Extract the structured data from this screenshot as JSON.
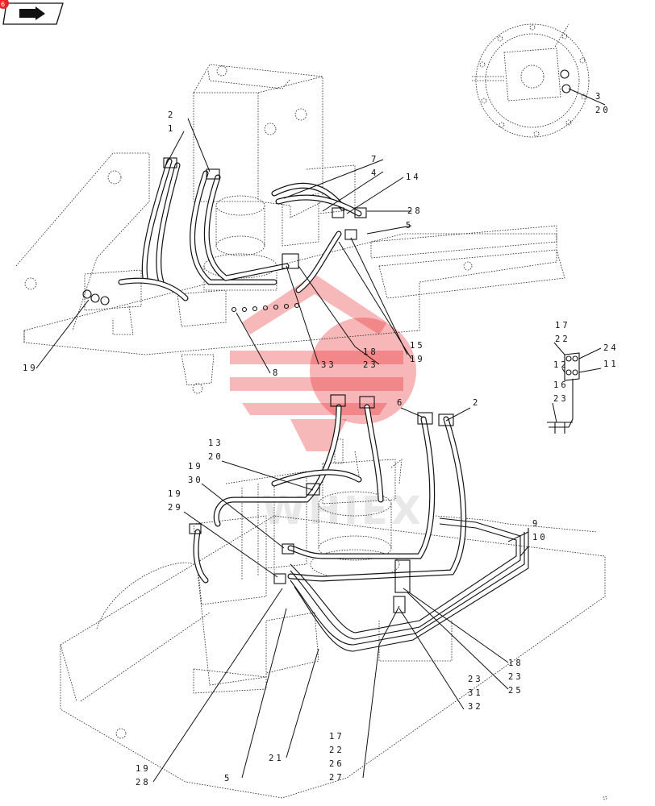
{
  "watermark": {
    "text": "WHIEX",
    "color": "#e8262a"
  },
  "toolbar": {
    "icon": "book-arrow-icon",
    "badge_icon": "red-circle-icon"
  },
  "labels": {
    "upper": {
      "l2": "2",
      "l1": "1",
      "l7": "7",
      "l4": "4",
      "l14": "14",
      "l28": "28",
      "l5": "5",
      "l19": "19",
      "l8": "8",
      "l33": "33",
      "l18": "18",
      "l23": "23",
      "l15": "15",
      "l19b": "19"
    },
    "inset_top": {
      "l3": "3",
      "l20": "20"
    },
    "bracket": {
      "l17": "17",
      "l22": "22",
      "l12": "12",
      "l24": "24",
      "l11": "11",
      "l16": "16",
      "l23": "23"
    },
    "lower": {
      "l6": "6",
      "l2": "2",
      "l13": "13",
      "l20": "20",
      "l19a": "19",
      "l30": "30",
      "l19b": "19",
      "l29": "29",
      "l9": "9",
      "l10": "10",
      "l18": "18",
      "l23a": "23",
      "l25": "25",
      "l23b": "23",
      "l31": "31",
      "l32": "32",
      "l17": "17",
      "l22": "22",
      "l26": "26",
      "l27": "27",
      "l21": "21",
      "l5": "5",
      "l19c": "19",
      "l28": "28"
    }
  }
}
